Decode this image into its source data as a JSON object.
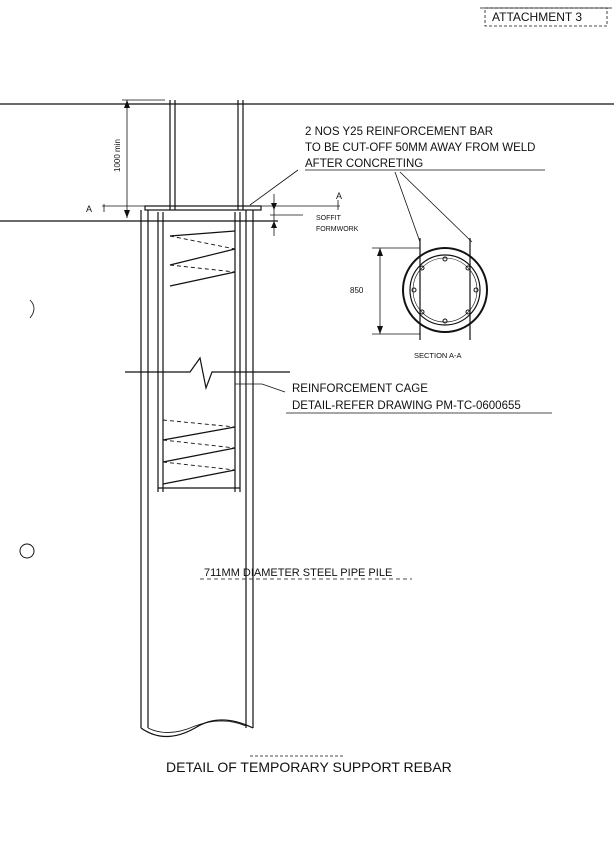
{
  "header": {
    "attachment_label": "ATTACHMENT 3"
  },
  "notes": {
    "bar_note_line1": "2 NOS Y25 REINFORCEMENT BAR",
    "bar_note_line2": "TO BE CUT-OFF 50MM AWAY FROM WELD",
    "bar_note_line3": "AFTER CONCRETING",
    "cage_line1": "REINFORCEMENT CAGE",
    "cage_line2": "DETAIL-REFER DRAWING PM-TC-0600655",
    "pile_label": "711MM DIAMETER STEEL PIPE PILE"
  },
  "dimensions": {
    "depth_1000": "1000 min",
    "soffit_line1": "SOFFIT",
    "soffit_line2": "FORMWORK",
    "dim_850": "850",
    "section_marker": "A"
  },
  "section": {
    "title": "SECTION  A-A"
  },
  "footer": {
    "title": "DETAIL OF TEMPORARY SUPPORT REBAR"
  }
}
